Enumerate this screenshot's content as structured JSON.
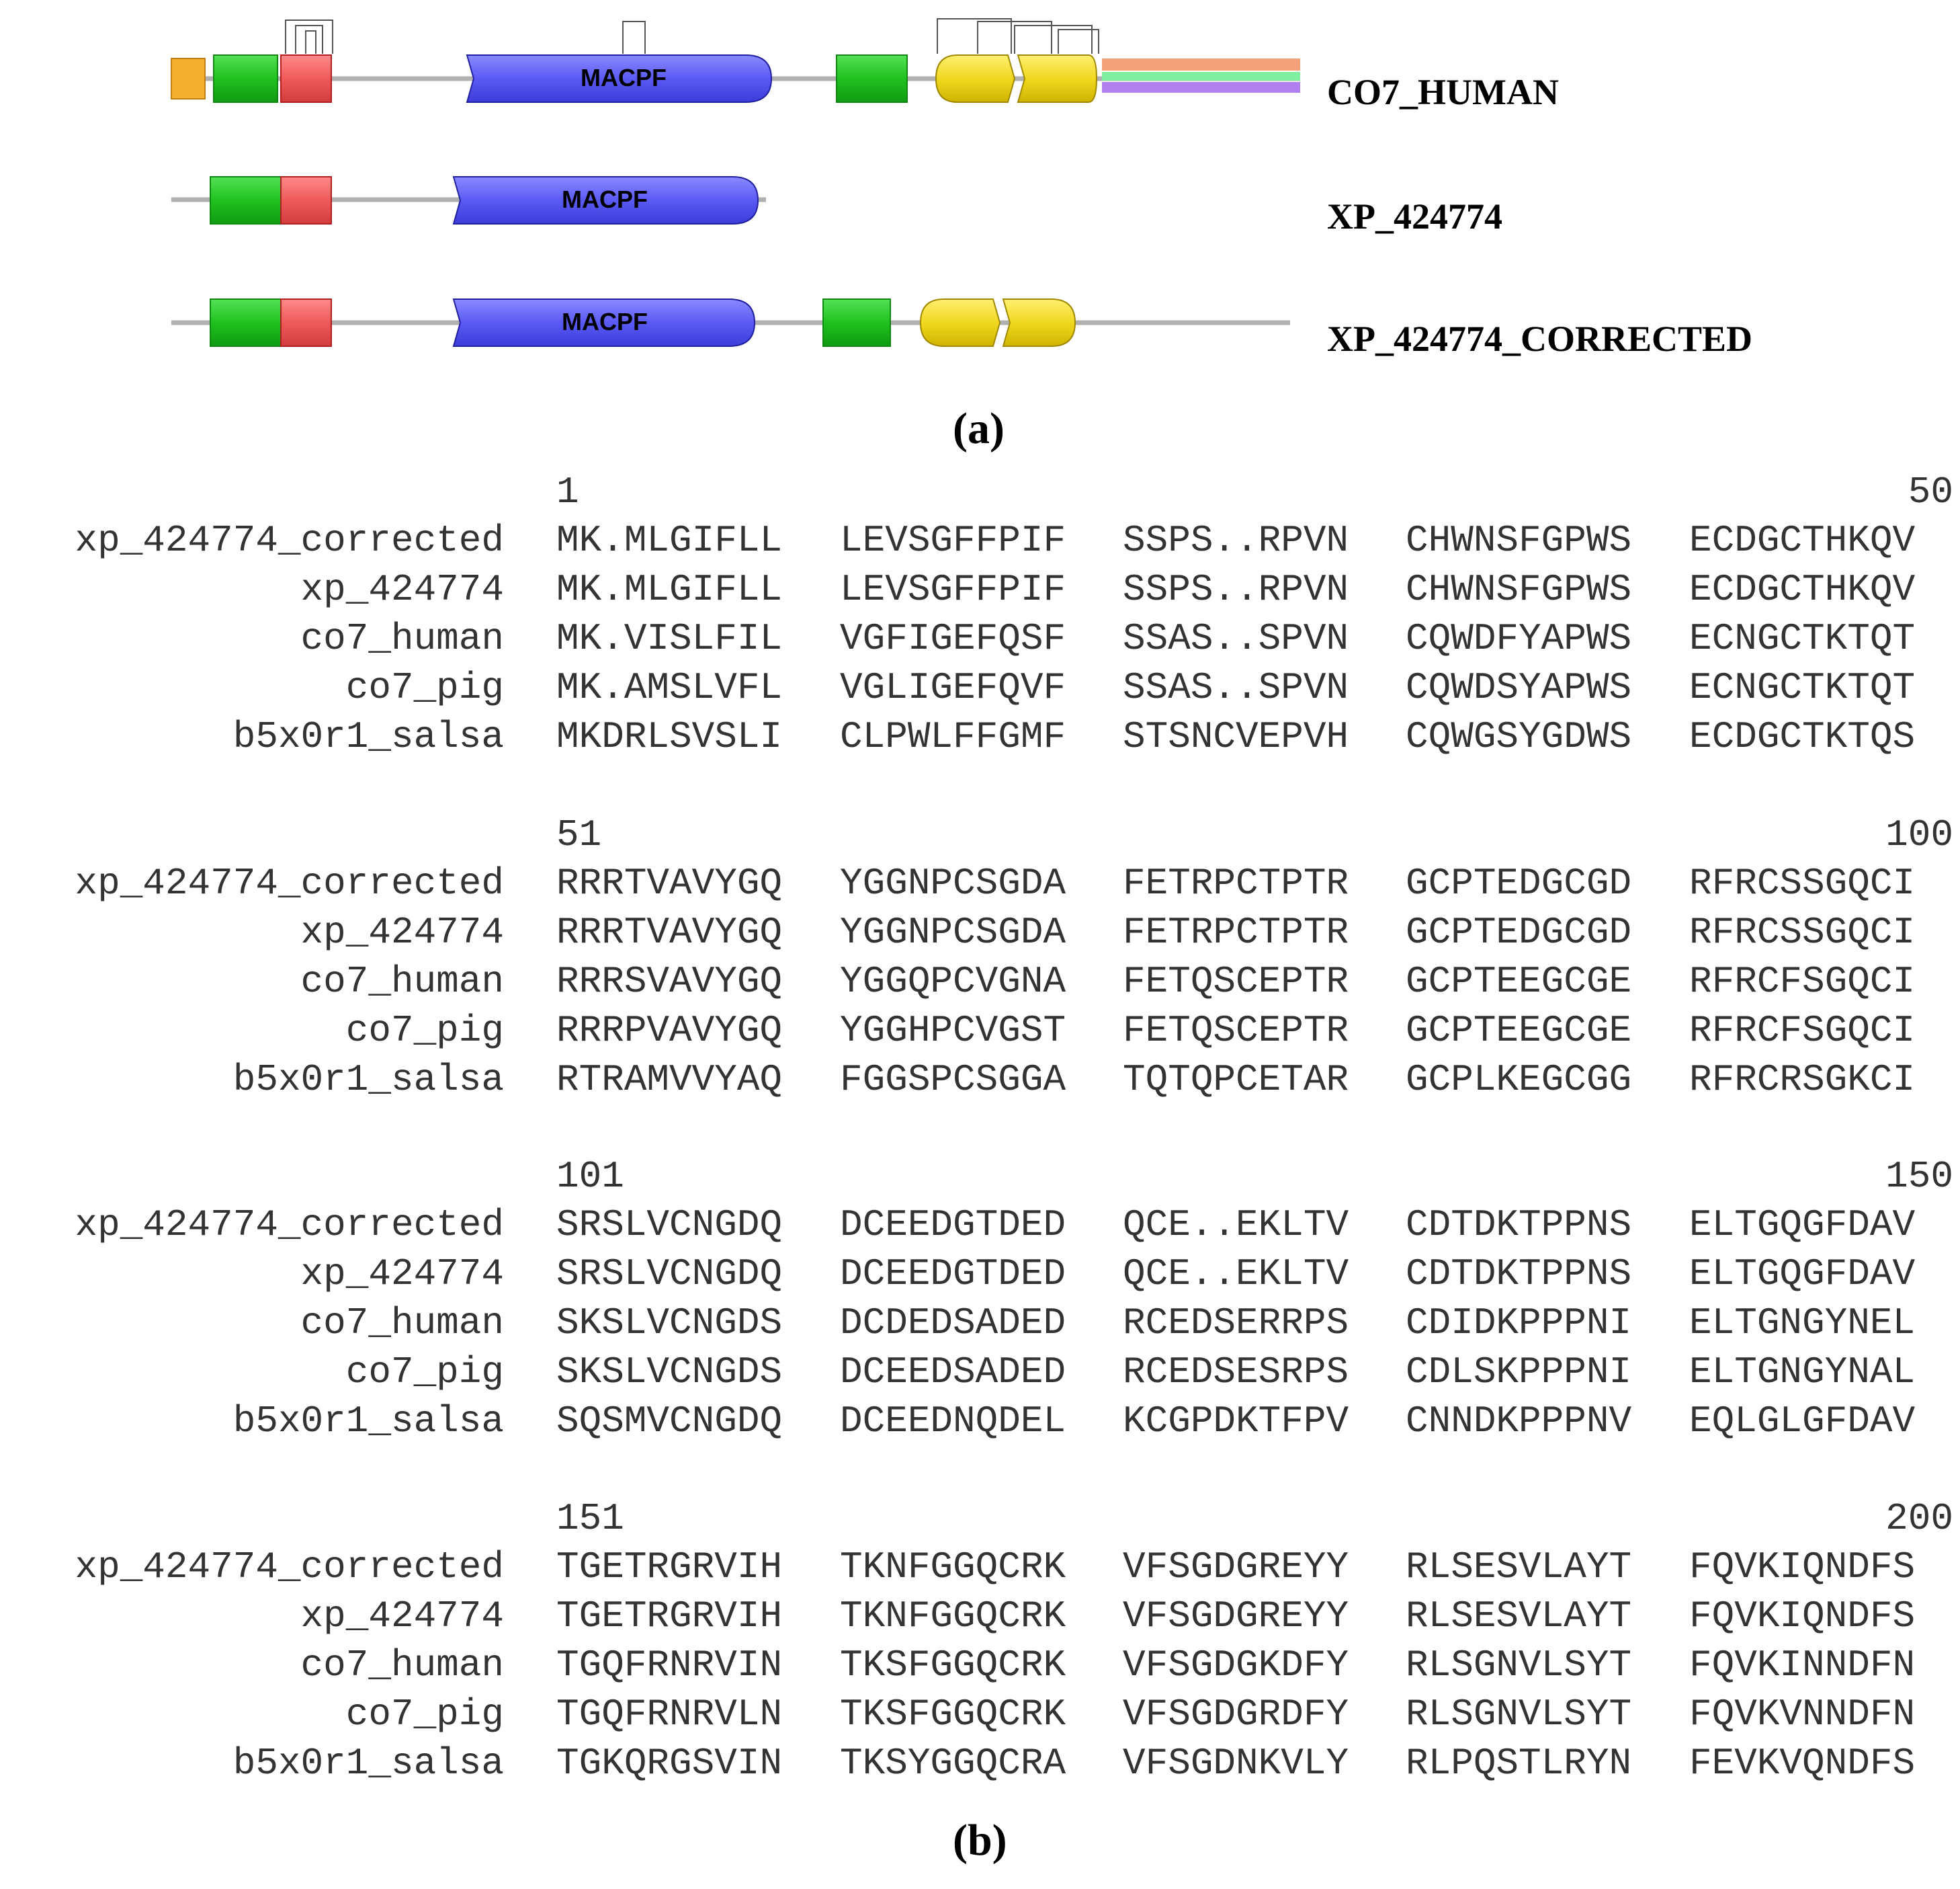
{
  "panel_a": {
    "label": "(a)",
    "domain_label": "MACPF",
    "proteins": [
      {
        "name": "CO7_HUMAN"
      },
      {
        "name": "XP_424774"
      },
      {
        "name": "XP_424774_CORRECTED"
      }
    ],
    "colors": {
      "backbone": "#b0b0b0",
      "green": "#1fc21f",
      "red": "#f05a5a",
      "blue": "#5a5af5",
      "yellow": "#f0d820",
      "orange": "#f5b030",
      "salmon": "#f5a07a",
      "mint": "#80f0a0",
      "lavender": "#b080f0"
    }
  },
  "panel_b": {
    "label": "(b)",
    "blocks": [
      {
        "start": "1",
        "end": "50",
        "rows": [
          {
            "name": "xp_424774_corrected",
            "segs": [
              "MK.MLGIFLL",
              "LEVSGFFPIF",
              "SSPS..RPVN",
              "CHWNSFGPWS",
              "ECDGCTHKQV"
            ]
          },
          {
            "name": "xp_424774",
            "segs": [
              "MK.MLGIFLL",
              "LEVSGFFPIF",
              "SSPS..RPVN",
              "CHWNSFGPWS",
              "ECDGCTHKQV"
            ]
          },
          {
            "name": "co7_human",
            "segs": [
              "MK.VISLFIL",
              "VGFIGEFQSF",
              "SSAS..SPVN",
              "CQWDFYAPWS",
              "ECNGCTKTQT"
            ]
          },
          {
            "name": "co7_pig",
            "segs": [
              "MK.AMSLVFL",
              "VGLIGEFQVF",
              "SSAS..SPVN",
              "CQWDSYAPWS",
              "ECNGCTKTQT"
            ]
          },
          {
            "name": "b5x0r1_salsa",
            "segs": [
              "MKDRLSVSLI",
              "CLPWLFFGMF",
              "STSNCVEPVH",
              "CQWGSYGDWS",
              "ECDGCTKTQS"
            ]
          }
        ]
      },
      {
        "start": "51",
        "end": "100",
        "rows": [
          {
            "name": "xp_424774_corrected",
            "segs": [
              "RRRTVAVYGQ",
              "YGGNPCSGDA",
              "FETRPCTPTR",
              "GCPTEDGCGD",
              "RFRCSSGQCI"
            ]
          },
          {
            "name": "xp_424774",
            "segs": [
              "RRRTVAVYGQ",
              "YGGNPCSGDA",
              "FETRPCTPTR",
              "GCPTEDGCGD",
              "RFRCSSGQCI"
            ]
          },
          {
            "name": "co7_human",
            "segs": [
              "RRRSVAVYGQ",
              "YGGQPCVGNA",
              "FETQSCEPTR",
              "GCPTEEGCGE",
              "RFRCFSGQCI"
            ]
          },
          {
            "name": "co7_pig",
            "segs": [
              "RRRPVAVYGQ",
              "YGGHPCVGST",
              "FETQSCEPTR",
              "GCPTEEGCGE",
              "RFRCFSGQCI"
            ]
          },
          {
            "name": "b5x0r1_salsa",
            "segs": [
              "RTRAMVVYAQ",
              "FGGSPCSGGA",
              "TQTQPCETAR",
              "GCPLKEGCGG",
              "RFRCRSGKCI"
            ]
          }
        ]
      },
      {
        "start": "101",
        "end": "150",
        "rows": [
          {
            "name": "xp_424774_corrected",
            "segs": [
              "SRSLVCNGDQ",
              "DCEEDGTDED",
              "QCE..EKLTV",
              "CDTDKTPPNS",
              "ELTGQGFDAV"
            ]
          },
          {
            "name": "xp_424774",
            "segs": [
              "SRSLVCNGDQ",
              "DCEEDGTDED",
              "QCE..EKLTV",
              "CDTDKTPPNS",
              "ELTGQGFDAV"
            ]
          },
          {
            "name": "co7_human",
            "segs": [
              "SKSLVCNGDS",
              "DCDEDSADED",
              "RCEDSERRPS",
              "CDIDKPPPNI",
              "ELTGNGYNEL"
            ]
          },
          {
            "name": "co7_pig",
            "segs": [
              "SKSLVCNGDS",
              "DCEEDSADED",
              "RCEDSESRPS",
              "CDLSKPPPNI",
              "ELTGNGYNAL"
            ]
          },
          {
            "name": "b5x0r1_salsa",
            "segs": [
              "SQSMVCNGDQ",
              "DCEEDNQDEL",
              "KCGPDKTFPV",
              "CNNDKPPPNV",
              "EQLGLGFDAV"
            ]
          }
        ]
      },
      {
        "start": "151",
        "end": "200",
        "rows": [
          {
            "name": "xp_424774_corrected",
            "segs": [
              "TGETRGRVIH",
              "TKNFGGQCRK",
              "VFSGDGREYY",
              "RLSESVLAYT",
              "FQVKIQNDFS"
            ]
          },
          {
            "name": "xp_424774",
            "segs": [
              "TGETRGRVIH",
              "TKNFGGQCRK",
              "VFSGDGREYY",
              "RLSESVLAYT",
              "FQVKIQNDFS"
            ]
          },
          {
            "name": "co7_human",
            "segs": [
              "TGQFRNRVIN",
              "TKSFGGQCRK",
              "VFSGDGKDFY",
              "RLSGNVLSYT",
              "FQVKINNDFN"
            ]
          },
          {
            "name": "co7_pig",
            "segs": [
              "TGQFRNRVLN",
              "TKSFGGQCRK",
              "VFSGDGRDFY",
              "RLSGNVLSYT",
              "FQVKVNNDFN"
            ]
          },
          {
            "name": "b5x0r1_salsa",
            "segs": [
              "TGKQRGSVIN",
              "TKSYGGQCRA",
              "VFSGDNKVLY",
              "RLPQSTLRYN",
              "FEVKVQNDFS"
            ]
          }
        ]
      }
    ]
  }
}
